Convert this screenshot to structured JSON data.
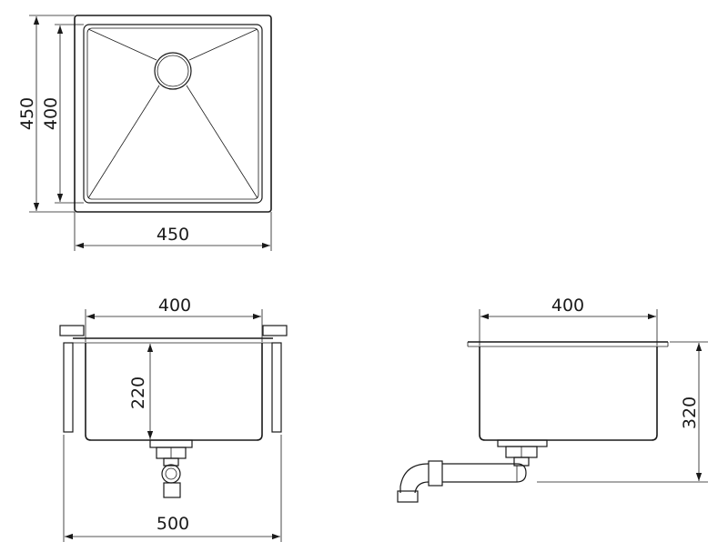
{
  "top_view": {
    "dim_outer_height": "450",
    "dim_inner_height": "400",
    "dim_outer_width": "450"
  },
  "front_view": {
    "dim_inner_width": "400",
    "dim_depth": "220",
    "dim_overall_width": "500"
  },
  "side_view": {
    "dim_width": "400",
    "dim_height": "320"
  }
}
